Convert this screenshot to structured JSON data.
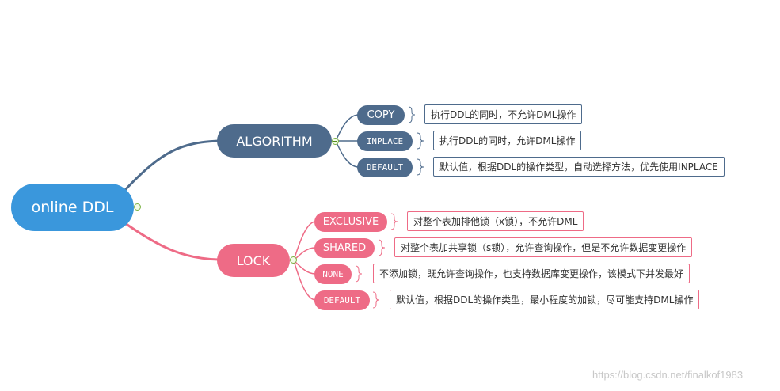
{
  "root": {
    "label": "online DDL"
  },
  "colors": {
    "root": "#3a97dc",
    "algorithm": "#4e6b8c",
    "lock": "#ee6b86",
    "toggle": "#78b040"
  },
  "algorithm": {
    "label": "ALGORITHM",
    "options": [
      {
        "label": "COPY",
        "note": "执行DDL的同时，不允许DML操作"
      },
      {
        "label": "INPLACE",
        "note": "执行DDL的同时，允许DML操作"
      },
      {
        "label": "DEFAULT",
        "note": "默认值，根据DDL的操作类型，自动选择方法，优先使用INPLACE"
      }
    ]
  },
  "lock": {
    "label": "LOCK",
    "options": [
      {
        "label": "EXCLUSIVE",
        "note": "对整个表加排他锁（x锁），不允许DML"
      },
      {
        "label": "SHARED",
        "note": "对整个表加共享锁（s锁），允许查询操作，但是不允许数据变更操作"
      },
      {
        "label": "NONE",
        "note": "不添加锁，既允许查询操作，也支持数据库变更操作，该模式下并发最好"
      },
      {
        "label": "DEFAULT",
        "note": "默认值，根据DDL的操作类型，最小程度的加锁，尽可能支持DML操作"
      }
    ]
  },
  "watermark": "https://blog.csdn.net/finalkof1983"
}
